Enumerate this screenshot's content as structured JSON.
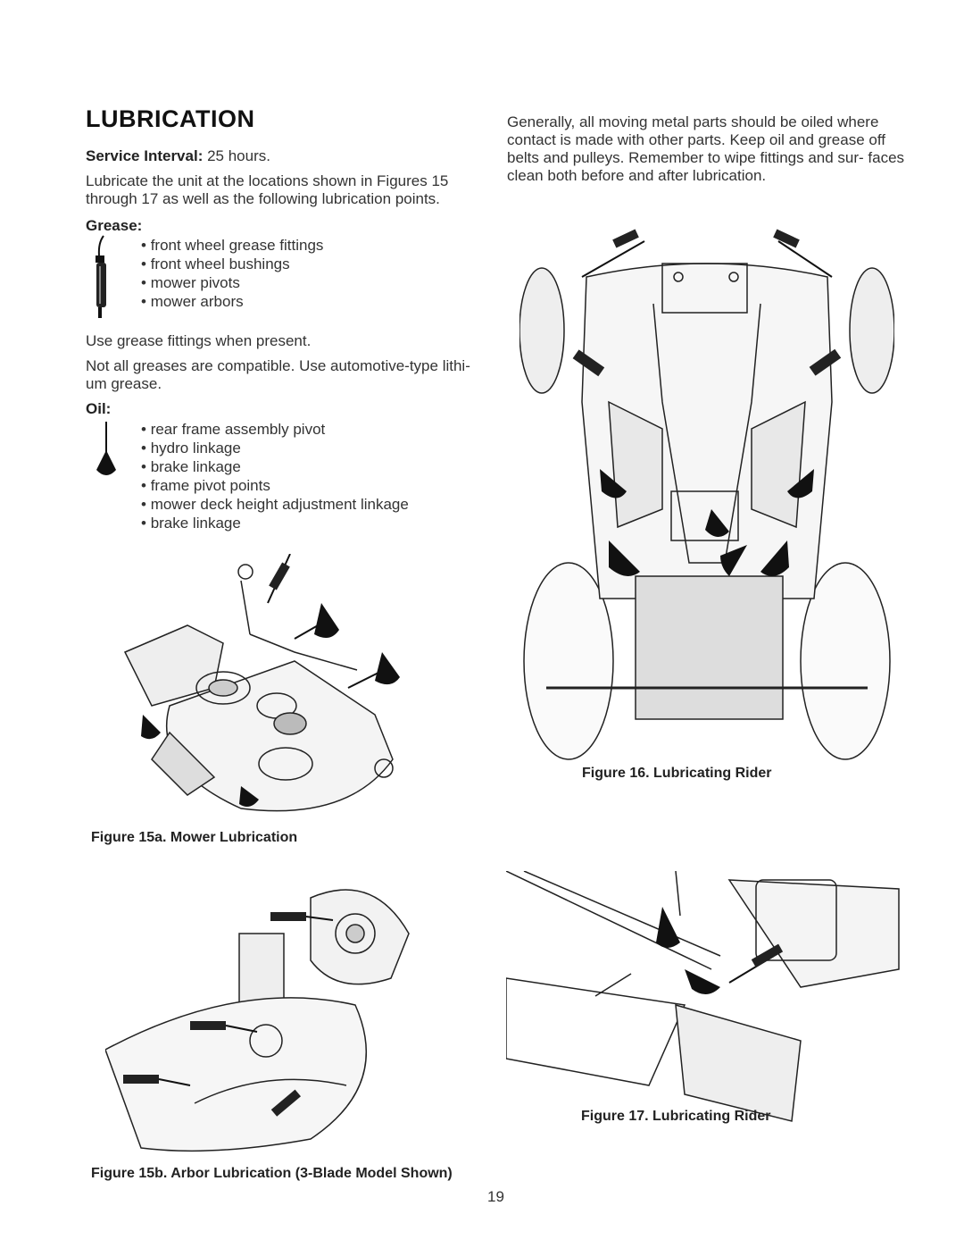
{
  "heading": "LUBRICATION",
  "service_interval": {
    "label": "Service Interval:",
    "value": "25 hours."
  },
  "intro": "Lubricate the unit at the locations shown in Figures 15 through 17 as well as the following lubrication points.",
  "grease": {
    "label": "Grease:",
    "items": [
      "front wheel grease fittings",
      "front wheel bushings",
      "mower pivots",
      "mower arbors"
    ]
  },
  "grease_note_1": "Use grease fittings when present.",
  "grease_note_2": "Not all greases are compatible. Use automotive-type lithi- um grease.",
  "oil": {
    "label": "Oil:",
    "items": [
      "rear frame assembly pivot",
      "hydro linkage",
      "brake linkage",
      "frame pivot points",
      "mower deck height adjustment linkage",
      "brake linkage"
    ]
  },
  "right_text": "Generally, all moving metal parts should be oiled where contact is made with other parts. Keep oil and grease off belts and pulleys. Remember to wipe fittings and sur- faces clean both before and after lubrication.",
  "captions": {
    "fig15a": "Figure 15a. Mower Lubrication",
    "fig15b": "Figure 15b. Arbor Lubrication (3-Blade Model Shown)",
    "fig16": "Figure 16. Lubricating Rider",
    "fig17": "Figure 17. Lubricating Rider"
  },
  "page_number": "19",
  "icons": [
    "grease-gun-icon",
    "oil-can-icon"
  ]
}
